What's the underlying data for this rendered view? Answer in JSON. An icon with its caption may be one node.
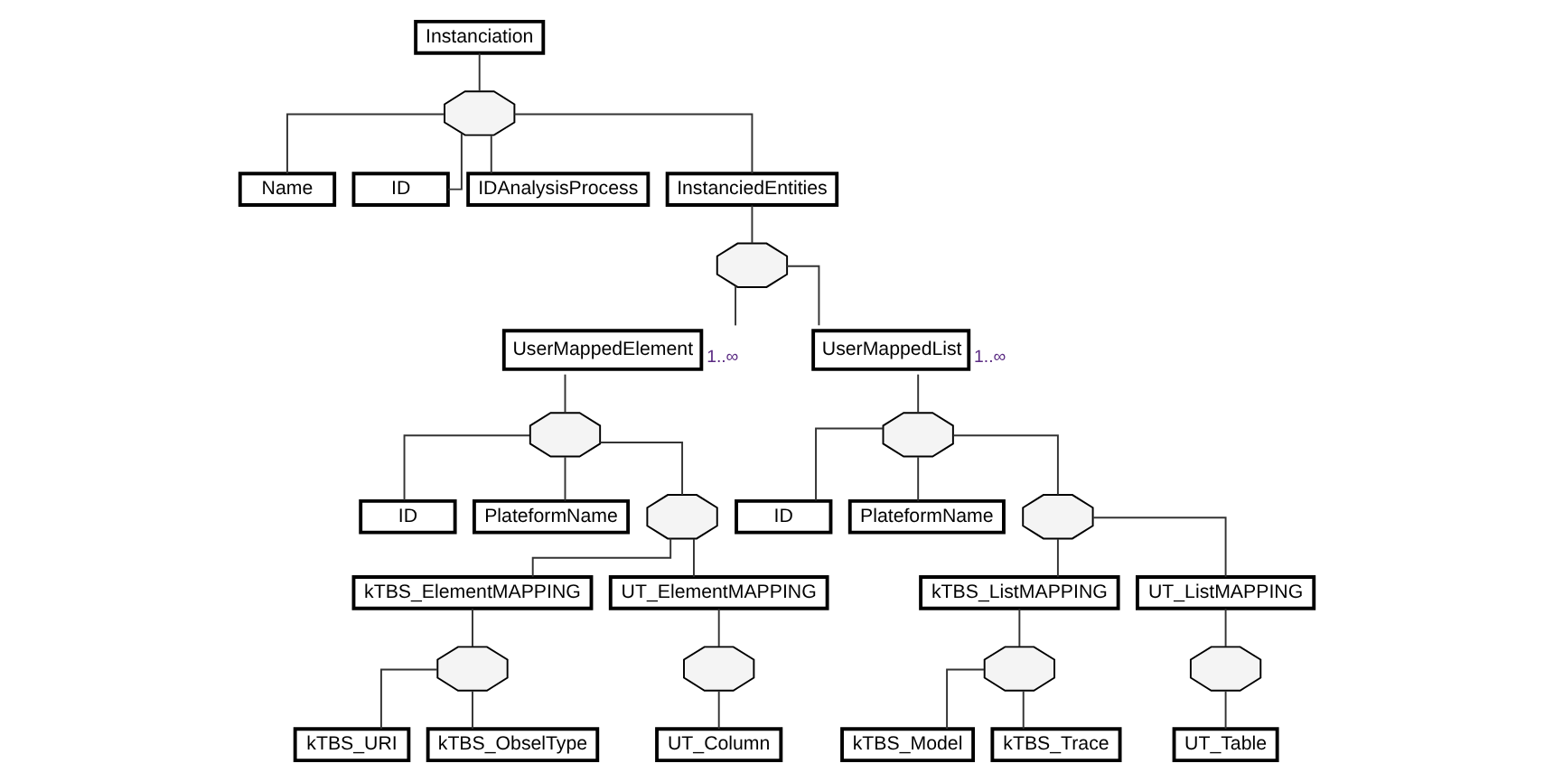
{
  "diagram": {
    "nodes": [
      {
        "text": [
          "Instanciation"
        ]
      },
      {
        "text": [],
        "shape": "octagon"
      },
      {
        "text": [
          "Name"
        ]
      },
      {
        "text": [
          "ID"
        ]
      },
      {
        "text": [
          "IDAnalysisProcess"
        ]
      },
      {
        "text": [
          "InstanciedEntities"
        ]
      },
      {
        "text": [],
        "shape": "octagon"
      },
      {
        "text": [
          "UserMappedElement"
        ],
        "beside": [
          "1..∞"
        ]
      },
      {
        "text": [
          "UserMappedList"
        ],
        "beside": [
          "1..∞"
        ]
      },
      {
        "text": [],
        "shape": "octagon"
      },
      {
        "text": [
          "ID"
        ]
      },
      {
        "text": [
          "PlateformName"
        ]
      },
      {
        "text": [],
        "shape": "octagon"
      },
      {
        "text": [
          "kTBS_ElementMAPPING"
        ]
      },
      {
        "text": [
          "UT_ElementMAPPING"
        ]
      },
      {
        "text": [],
        "shape": "octagon"
      },
      {
        "text": [
          "kTBS_URI"
        ]
      },
      {
        "text": [
          "kTBS_ObselType"
        ]
      },
      {
        "text": [],
        "shape": "octagon"
      },
      {
        "text": [
          "UT_Column"
        ]
      },
      {
        "text": [],
        "shape": "octagon"
      },
      {
        "text": [
          "ID"
        ]
      },
      {
        "text": [
          "PlateformName"
        ]
      },
      {
        "text": [],
        "shape": "octagon"
      },
      {
        "text": [
          "kTBS_ListMAPPING"
        ]
      },
      {
        "text": [
          "UT_ListMAPPING"
        ]
      },
      {
        "text": [],
        "shape": "octagon"
      },
      {
        "text": [
          "kTBS_Model"
        ]
      },
      {
        "text": [
          "kTBS_Trace"
        ]
      },
      {
        "text": [],
        "shape": "octagon"
      },
      {
        "text": [
          "UT_Table"
        ]
      }
    ],
    "edges": [
      {
        "from": 0,
        "to": 1,
        "arrow": "none"
      },
      {
        "from": 1,
        "to": 2,
        "arrow": "none"
      },
      {
        "from": 1,
        "to": 3,
        "arrow": "none"
      },
      {
        "from": 1,
        "to": 4,
        "arrow": "none"
      },
      {
        "from": 1,
        "to": 5,
        "arrow": "none"
      },
      {
        "from": 5,
        "to": 6,
        "arrow": "none"
      },
      {
        "from": 6,
        "to": 7,
        "arrow": "none"
      },
      {
        "from": 6,
        "to": 8,
        "arrow": "none"
      },
      {
        "from": 7,
        "to": 9,
        "arrow": "none"
      },
      {
        "from": 9,
        "to": 10,
        "arrow": "none"
      },
      {
        "from": 9,
        "to": 11,
        "arrow": "none"
      },
      {
        "from": 9,
        "to": 12,
        "arrow": "none"
      },
      {
        "from": 12,
        "to": 13,
        "arrow": "none"
      },
      {
        "from": 12,
        "to": 14,
        "arrow": "none"
      },
      {
        "from": 13,
        "to": 15,
        "arrow": "none"
      },
      {
        "from": 15,
        "to": 16,
        "arrow": "none"
      },
      {
        "from": 15,
        "to": 17,
        "arrow": "none"
      },
      {
        "from": 14,
        "to": 18,
        "arrow": "none"
      },
      {
        "from": 18,
        "to": 19,
        "arrow": "none"
      },
      {
        "from": 8,
        "to": 20,
        "arrow": "none"
      },
      {
        "from": 20,
        "to": 21,
        "arrow": "none"
      },
      {
        "from": 20,
        "to": 22,
        "arrow": "none"
      },
      {
        "from": 20,
        "to": 23,
        "arrow": "none"
      },
      {
        "from": 23,
        "to": 24,
        "arrow": "none"
      },
      {
        "from": 23,
        "to": 25,
        "arrow": "none"
      },
      {
        "from": 24,
        "to": 26,
        "arrow": "none"
      },
      {
        "from": 26,
        "to": 27,
        "arrow": "none"
      },
      {
        "from": 26,
        "to": 28,
        "arrow": "none"
      },
      {
        "from": 25,
        "to": 29,
        "arrow": "none"
      },
      {
        "from": 29,
        "to": 30,
        "arrow": "none"
      }
    ]
  }
}
